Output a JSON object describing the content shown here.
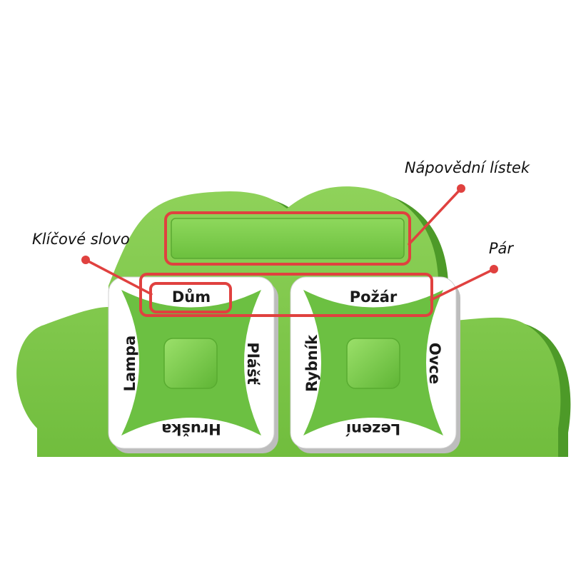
{
  "colors": {
    "board_green": "#7cc644",
    "board_shadow": "#4f9a2a",
    "card_center_green": "#6cc042",
    "callout_red": "#e0413f",
    "card_white": "#ffffff"
  },
  "callouts": {
    "hint_slip": "Nápovědní lístek",
    "keyword": "Klíčové slovo",
    "pair": "Pár"
  },
  "cards": [
    {
      "top": "Dům",
      "left": "Lampa",
      "right": "Plášť",
      "bottom": "Hruška"
    },
    {
      "top": "Požár",
      "left": "Rybník",
      "right": "Ovce",
      "bottom": "Lezení"
    }
  ]
}
